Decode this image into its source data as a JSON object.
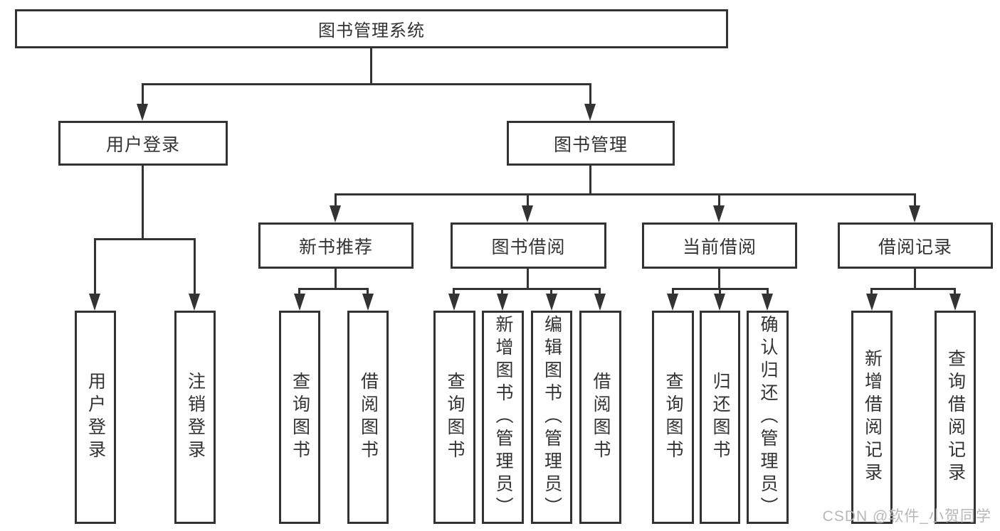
{
  "diagram": {
    "root": {
      "label": "图书管理系统"
    },
    "branches": [
      {
        "label": "用户登录",
        "children": [
          {
            "label": "用户登录"
          },
          {
            "label": "注销登录"
          }
        ]
      },
      {
        "label": "图书管理",
        "children": [
          {
            "label": "新书推荐",
            "children": [
              {
                "label": "查询图书"
              },
              {
                "label": "借阅图书"
              }
            ]
          },
          {
            "label": "图书借阅",
            "children": [
              {
                "label": "查询图书"
              },
              {
                "label": "新增图书（管理员）"
              },
              {
                "label": "编辑图书（管理员）"
              },
              {
                "label": "借阅图书"
              }
            ]
          },
          {
            "label": "当前借阅",
            "children": [
              {
                "label": "查询图书"
              },
              {
                "label": "归还图书"
              },
              {
                "label": "确认归还（管理员）"
              }
            ]
          },
          {
            "label": "借阅记录",
            "children": [
              {
                "label": "新增借阅记录"
              },
              {
                "label": "查询借阅记录"
              }
            ]
          }
        ]
      }
    ],
    "watermark": "CSDN @软件_小贺同学",
    "colors": {
      "line": "#333333",
      "text": "#333333",
      "watermark": "#b7b7b7",
      "background": "#ffffff"
    }
  }
}
